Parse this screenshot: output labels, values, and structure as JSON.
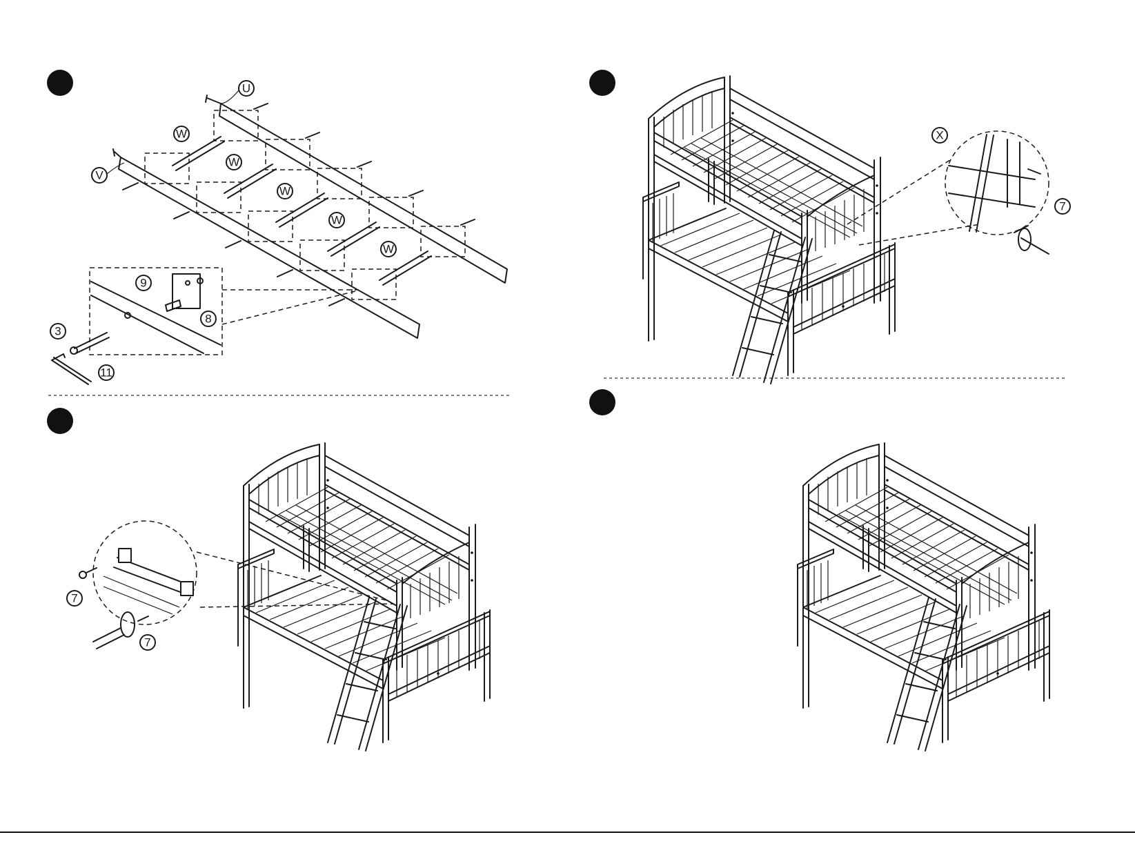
{
  "steps": [
    {
      "number": ""
    },
    {
      "number": ""
    },
    {
      "number": ""
    },
    {
      "number": ""
    }
  ],
  "labels": {
    "U": "U",
    "V": "V",
    "W": "W",
    "X": "X",
    "part_3": "3",
    "part_7": "7",
    "part_8": "8",
    "part_9": "9",
    "part_11": "11"
  }
}
